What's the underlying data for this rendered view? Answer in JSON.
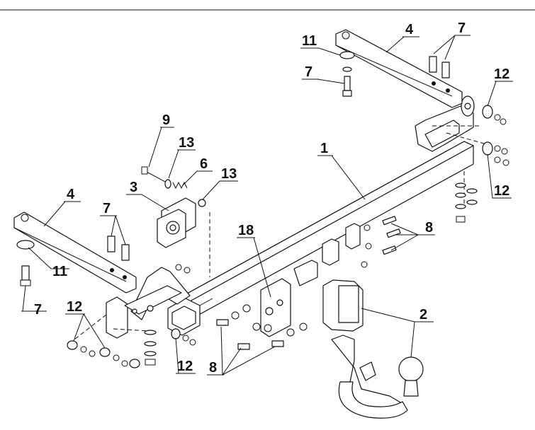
{
  "labels": {
    "l1": "1",
    "l2": "2",
    "l3": "3",
    "l4_top": "4",
    "l4_left": "4",
    "l6": "6",
    "l7_top_right": "7",
    "l7_top_left": "7",
    "l7_left_upper": "7",
    "l7_left_lower": "7",
    "l8_right": "8",
    "l8_bottom": "8",
    "l9": "9",
    "l11_top": "11",
    "l11_left": "11",
    "l12_top_right": "12",
    "l12_right": "12",
    "l12_bottom_left": "12",
    "l12_bottom_center": "12",
    "l13_a": "13",
    "l13_b": "13",
    "l18": "18"
  }
}
